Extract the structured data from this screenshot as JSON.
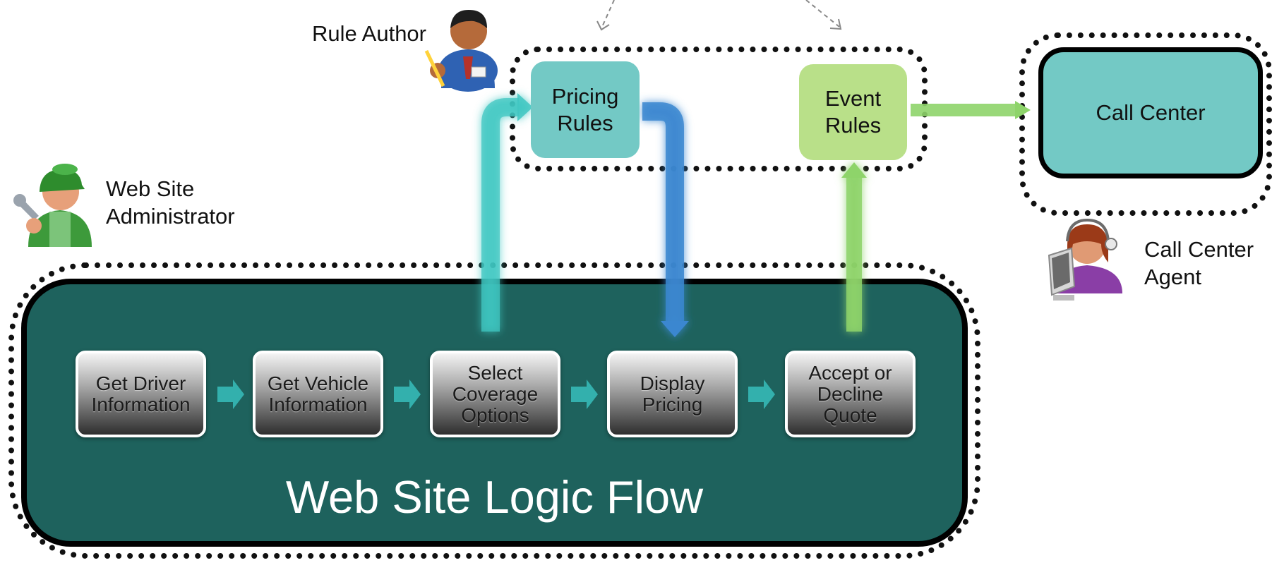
{
  "diagram": {
    "logic_flow": {
      "title": "Web Site Logic Flow",
      "steps": [
        "Get Driver\nInformation",
        "Get Vehicle\nInformation",
        "Select\nCoverage\nOptions",
        "Display\nPricing",
        "Accept or\nDecline\nQuote"
      ]
    },
    "rules": {
      "pricing": "Pricing\nRules",
      "event": "Event\nRules"
    },
    "call_center": {
      "label": "Call Center"
    },
    "actors": {
      "rule_author": "Rule Author",
      "web_admin": "Web Site\nAdministrator",
      "call_center_agent": "Call Center\nAgent"
    },
    "colors": {
      "flow_bg": "#1e625d",
      "teal": "#73c9c5",
      "green": "#b9e089",
      "blue_arrow": "#3b87d0",
      "step_arrow": "#33b0ad"
    }
  }
}
